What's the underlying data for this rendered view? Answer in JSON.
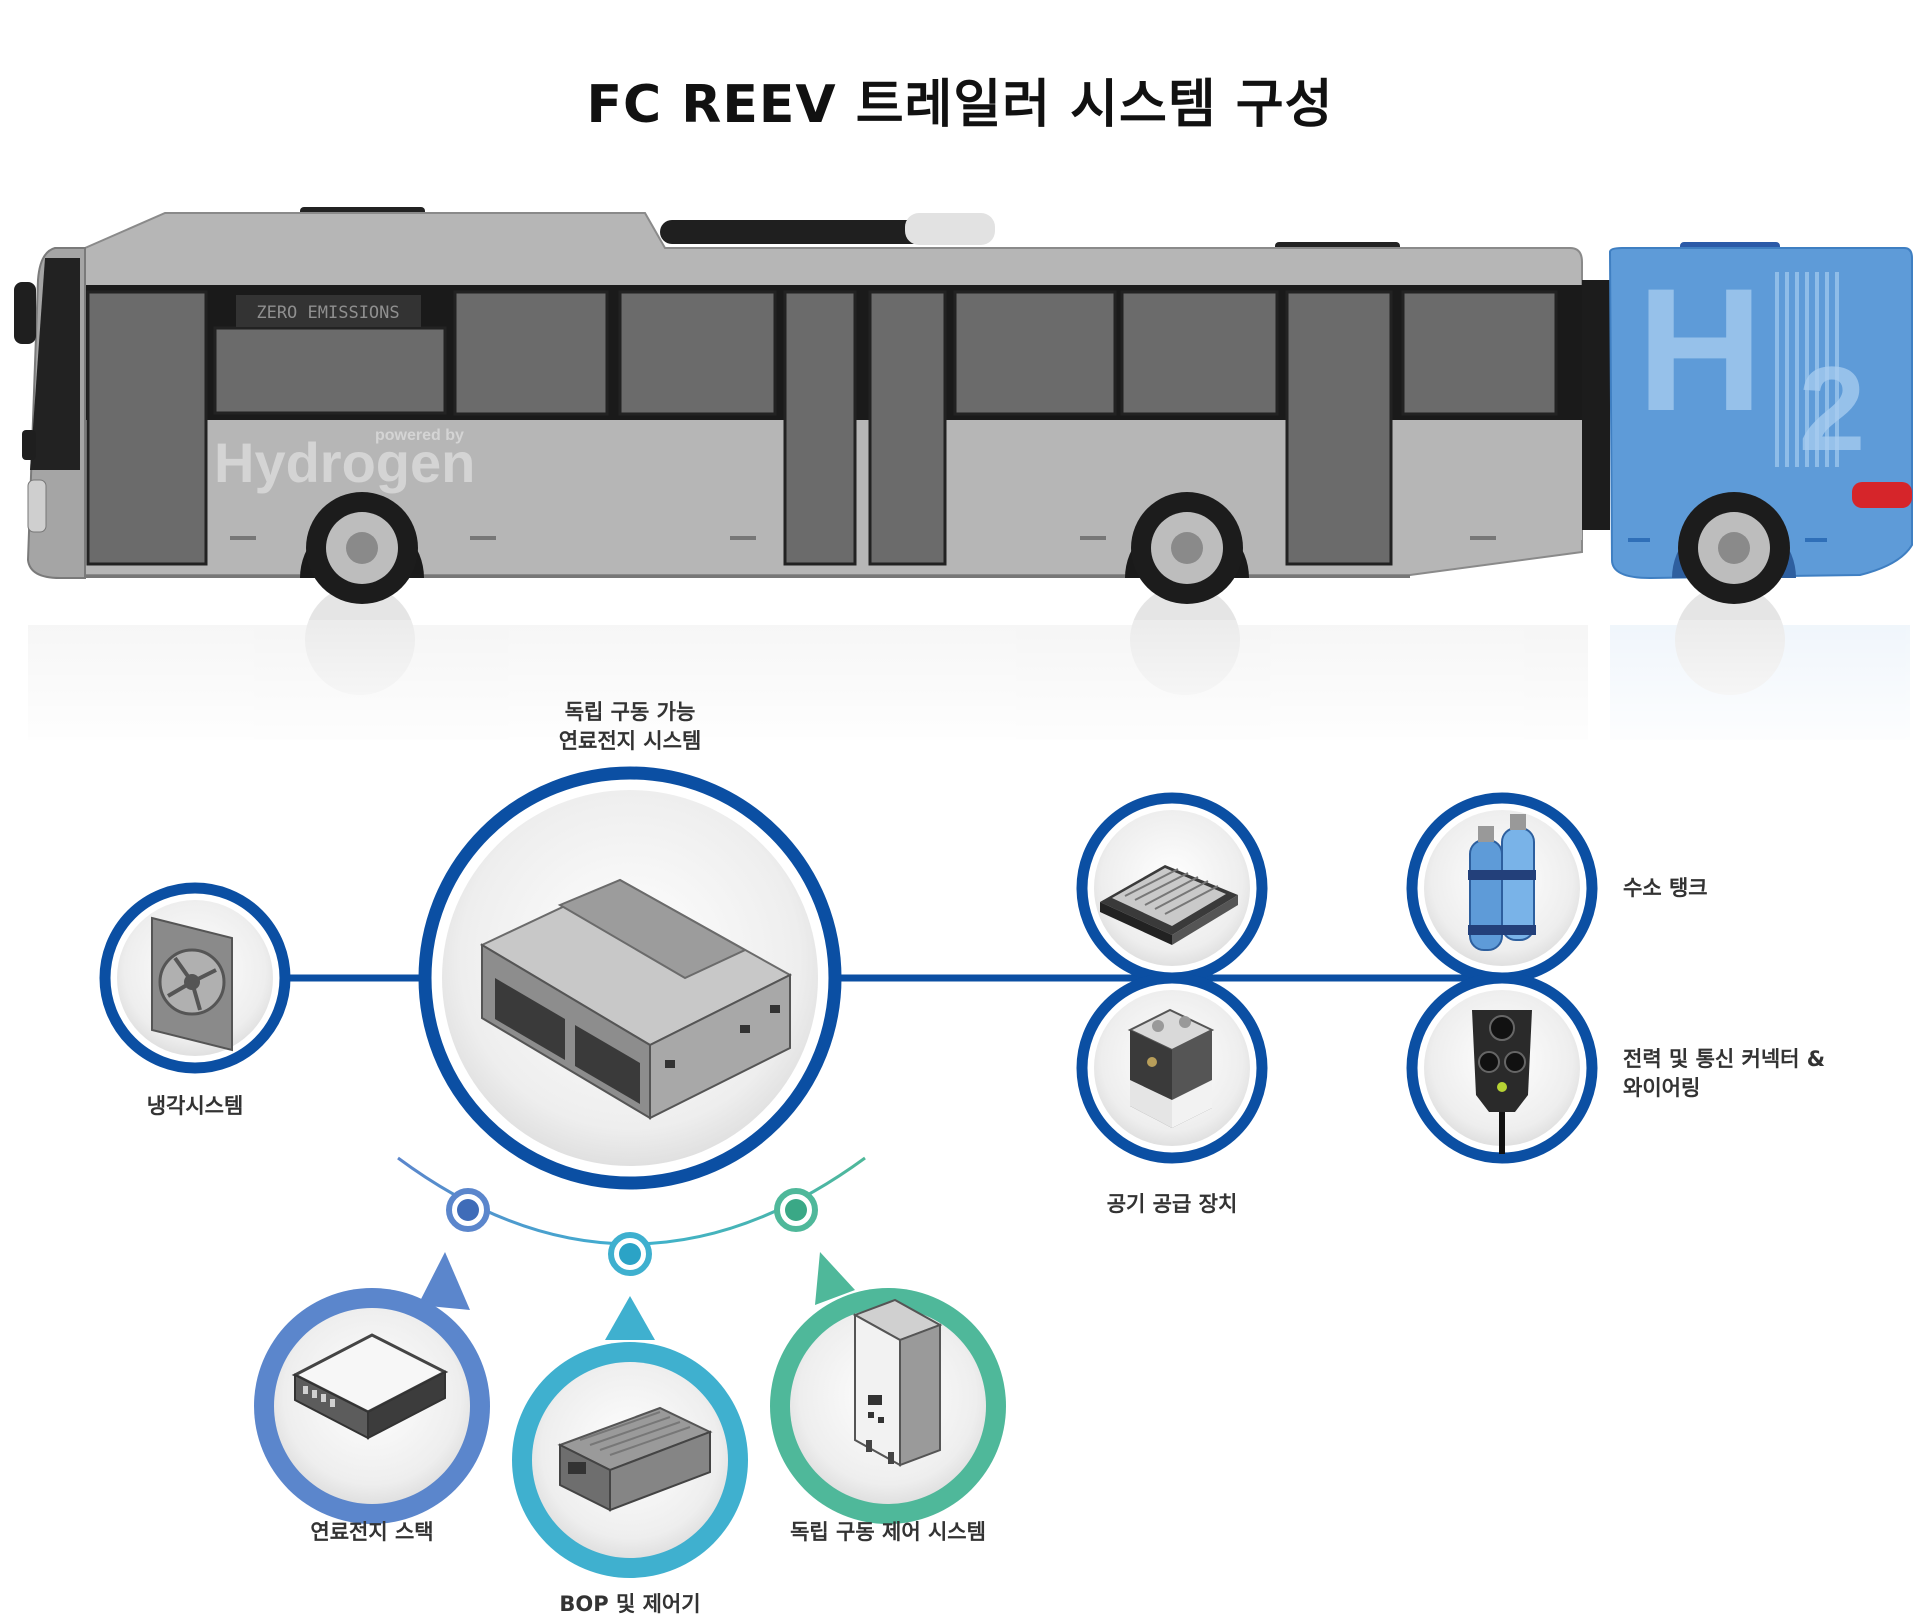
{
  "title": "FC REEV 트레일러 시스템 구성",
  "bus": {
    "sign_text": "ZERO EMISSIONS",
    "logo_small": "powered by",
    "logo_big": "Hydrogen",
    "trailer_mark_big": "H",
    "trailer_mark_sub": "2"
  },
  "components": {
    "fuel_cell_system": {
      "line1": "독립 구동 가능",
      "line2": "연료전지 시스템",
      "icon": "fuel-cell-module-icon"
    },
    "cooling_system": {
      "label": "냉각시스템",
      "icon": "radiator-fan-icon"
    },
    "air_supply": {
      "label": "공기 공급 장치",
      "icon": "air-filter-icon"
    },
    "air_supply_battery": {
      "icon": "battery-icon"
    },
    "hydrogen_tank": {
      "label": "수소 탱크",
      "icon": "hydrogen-tank-icon"
    },
    "connector": {
      "line1": "전력 및 통신 커넥터 &",
      "line2": "와이어링",
      "icon": "power-connector-icon"
    },
    "fuel_cell_stack": {
      "label": "연료전지 스택",
      "icon": "stack-box-icon"
    },
    "bop": {
      "label": "BOP 및 제어기",
      "icon": "inverter-box-icon"
    },
    "control_system": {
      "label": "독립 구동 제어 시스템",
      "icon": "control-cabinet-icon"
    }
  },
  "colors": {
    "navy": "#0b4fa3",
    "blue_ring": "#5b86cc",
    "teal_ring": "#3fb0cf",
    "green_ring": "#4fb89a",
    "trailer_blue": "#5e9bd8",
    "bus_gray": "#b6b6b6"
  }
}
